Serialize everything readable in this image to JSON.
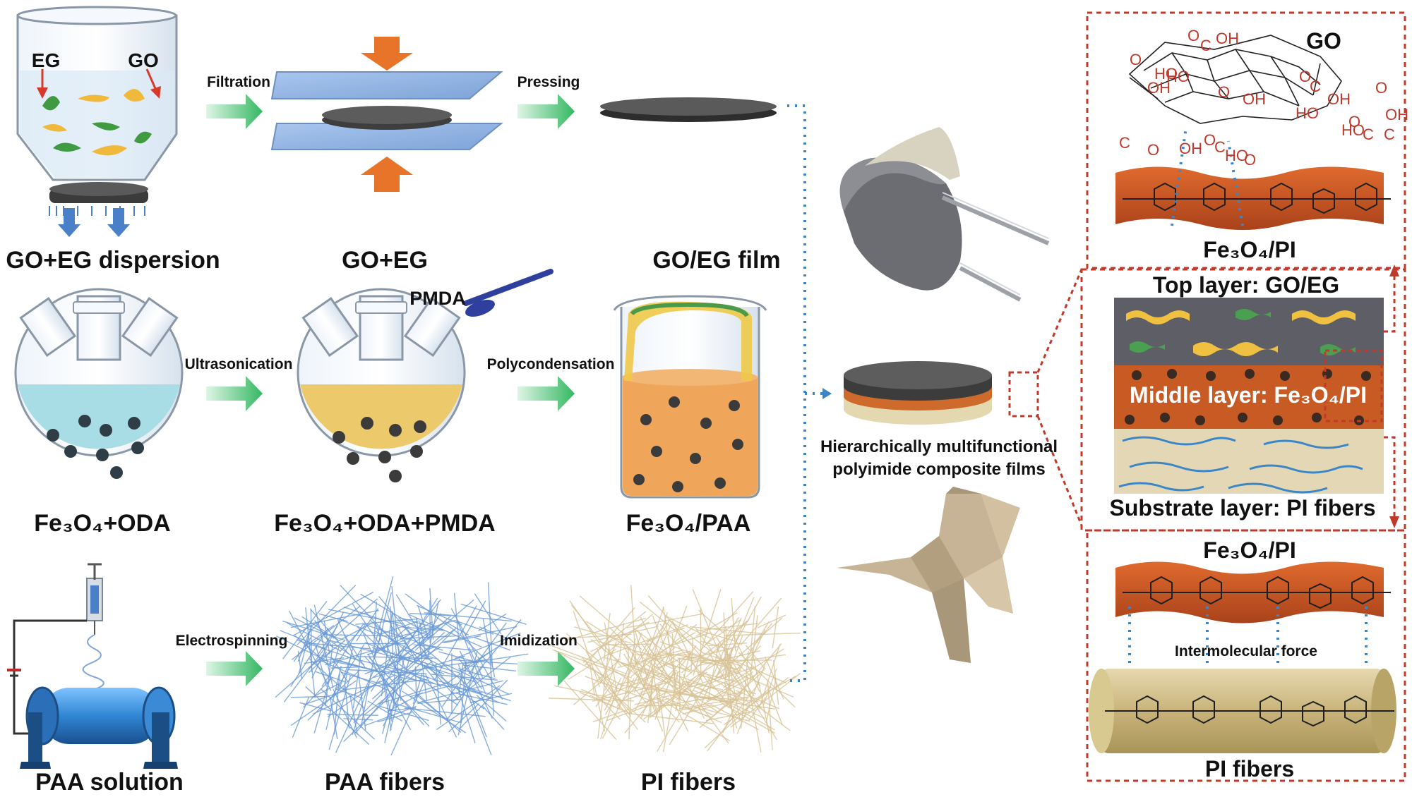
{
  "rows": {
    "row1": {
      "stage1": "GO+EG dispersion",
      "stage2": "GO+EG",
      "stage3": "GO/EG film",
      "step1": "Filtration",
      "step2": "Pressing",
      "vessel_labels": [
        "EG",
        "GO"
      ]
    },
    "row2": {
      "stage1": "Fe₃O₄+ODA",
      "stage2": "Fe₃O₄+ODA+PMDA",
      "stage3": "Fe₃O₄/PAA",
      "step1": "Ultrasonication",
      "step2": "Polycondensation",
      "reagent": "PMDA"
    },
    "row3": {
      "stage1": "PAA solution",
      "stage2": "PAA fibers",
      "stage3": "PI fibers",
      "step1": "Electrospinning",
      "step2": "Imidization"
    }
  },
  "center": {
    "caption_line1": "Hierarchically multifunctional",
    "caption_line2": "polyimide composite films"
  },
  "right_panel": {
    "go_title": "GO",
    "go_groups": [
      "O",
      "C",
      "OH",
      "HO",
      "OH",
      "O",
      "C",
      "O",
      "HO",
      "OH",
      "O",
      "OH",
      "HO",
      "C",
      "O",
      "O",
      "OH",
      "HO",
      "C",
      "O",
      "HO",
      "C",
      "O",
      "C",
      "OH",
      "O"
    ],
    "fe_pi_top": "Fe₃O₄/PI",
    "top_layer": "Top layer: GO/EG",
    "middle_layer": "Middle layer: Fe₃O₄/PI",
    "substrate_layer": "Substrate layer: PI fibers",
    "fe_pi_bottom": "Fe₃O₄/PI",
    "intermolecular": "Intermolecular force",
    "pi_fibers": "PI fibers"
  },
  "colors": {
    "arrow_green": "#3fc06a",
    "press_orange": "#e8742a",
    "dashed_red": "#c0392b",
    "dotted_blue": "#3a86c8",
    "disk_dark": "#4a4a4a",
    "polymer_orange": "#c8521e",
    "fiber_tan": "#d8c9a0"
  }
}
